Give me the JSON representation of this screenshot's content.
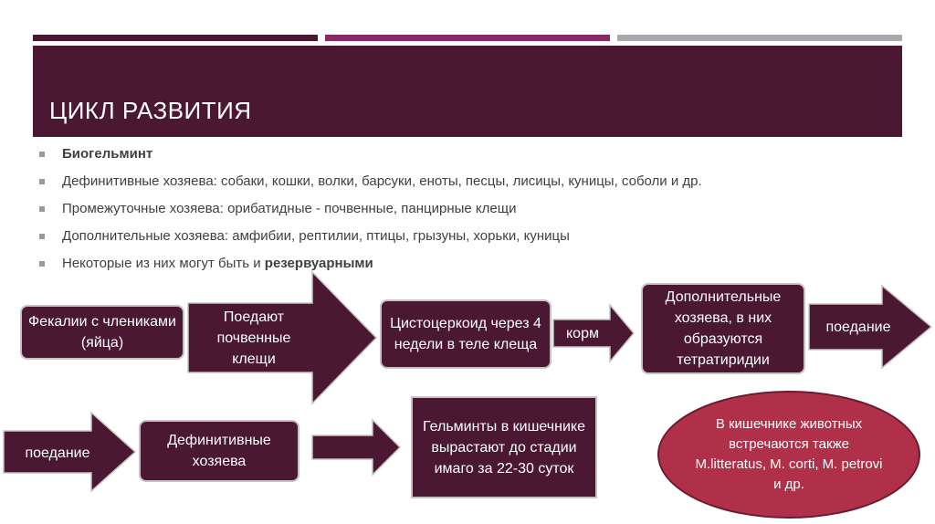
{
  "colors": {
    "bar1": "#4b1832",
    "bar2": "#8a2a64",
    "bar3": "#a7a9ad",
    "box": "#4b1832",
    "oval": "#b0304a",
    "text": "#404040"
  },
  "title": "ЦИКЛ РАЗВИТИЯ",
  "bullets": [
    {
      "text": "Биогельминт"
    },
    {
      "text": "Дефинитивные хозяева: собаки, кошки, волки, барсуки, еноты, песцы, лисицы, куницы, соболи и др."
    },
    {
      "text": "Промежуточные хозяева: орибатидные - почвенные, панцирные клещи"
    },
    {
      "text": "Дополнительные хозяева: амфибии, рептилии, птицы, грызуны, хорьки, куницы"
    },
    {
      "prefix": "Некоторые из них могут быть и ",
      "bold": "резервуарными"
    }
  ],
  "diagram": {
    "feces": "Фекалии с члениками (яйца)",
    "eaten_by_mites": "Поедают почвенные клещи",
    "cysticercoid": "Цистоцеркоид через 4 недели в теле клеща",
    "feed": "корм",
    "additional_hosts": "Дополнительные хозяева, в них образуются тетратиридии",
    "eating_1": "поедание",
    "eating_2": "поедание",
    "definitive_hosts": "Дефинитивные хозяева",
    "helminths_grow": "Гельминты в кишечнике вырастают до стадии имаго за 22-30 суток",
    "note": "В кишечнике животных встречаются также M.litteratus, M. corti, M. petrovi и др."
  }
}
